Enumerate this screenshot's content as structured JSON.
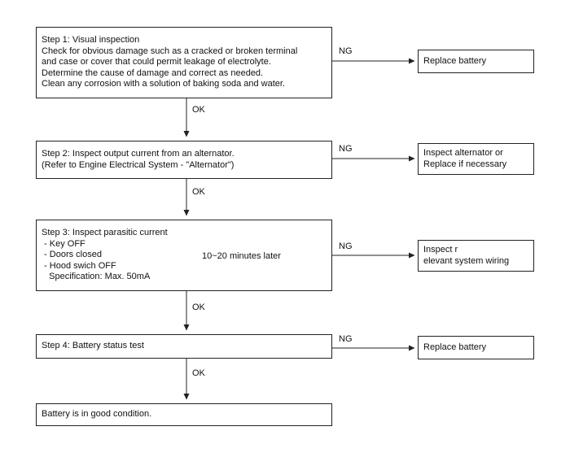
{
  "steps": [
    {
      "lines": [
        "Step 1: Visual inspection",
        "Check for obvious damage such as a cracked or broken terminal",
        "and case or cover that could permit leakage of electrolyte.",
        "Determine the cause of damage and correct as needed.",
        "Clean any corrosion with a solution of baking soda and water."
      ]
    },
    {
      "lines": [
        "Step 2: Inspect output current from an alternator.",
        "(Refer to Engine Electrical System - \"Alternator\")"
      ]
    },
    {
      "lines": [
        "Step 3: Inspect parasitic current",
        " - Key OFF",
        " - Doors closed",
        " - Hood swich OFF",
        "   Specification: Max. 50mA"
      ],
      "bracket_note": "10~20 minutes later"
    },
    {
      "lines": [
        "Step 4: Battery status test"
      ]
    }
  ],
  "final": {
    "lines": [
      "Battery is in good condition."
    ]
  },
  "actions": [
    {
      "lines": [
        "Replace battery"
      ]
    },
    {
      "lines": [
        "Inspect alternator or",
        "Replace if necessary"
      ]
    },
    {
      "lines": [
        "Inspect r",
        "elevant system wiring"
      ]
    },
    {
      "lines": [
        "Replace battery"
      ]
    }
  ],
  "labels": {
    "ok": "OK",
    "ng": "NG"
  },
  "colors": {
    "line": "#222222",
    "background": "#ffffff"
  }
}
